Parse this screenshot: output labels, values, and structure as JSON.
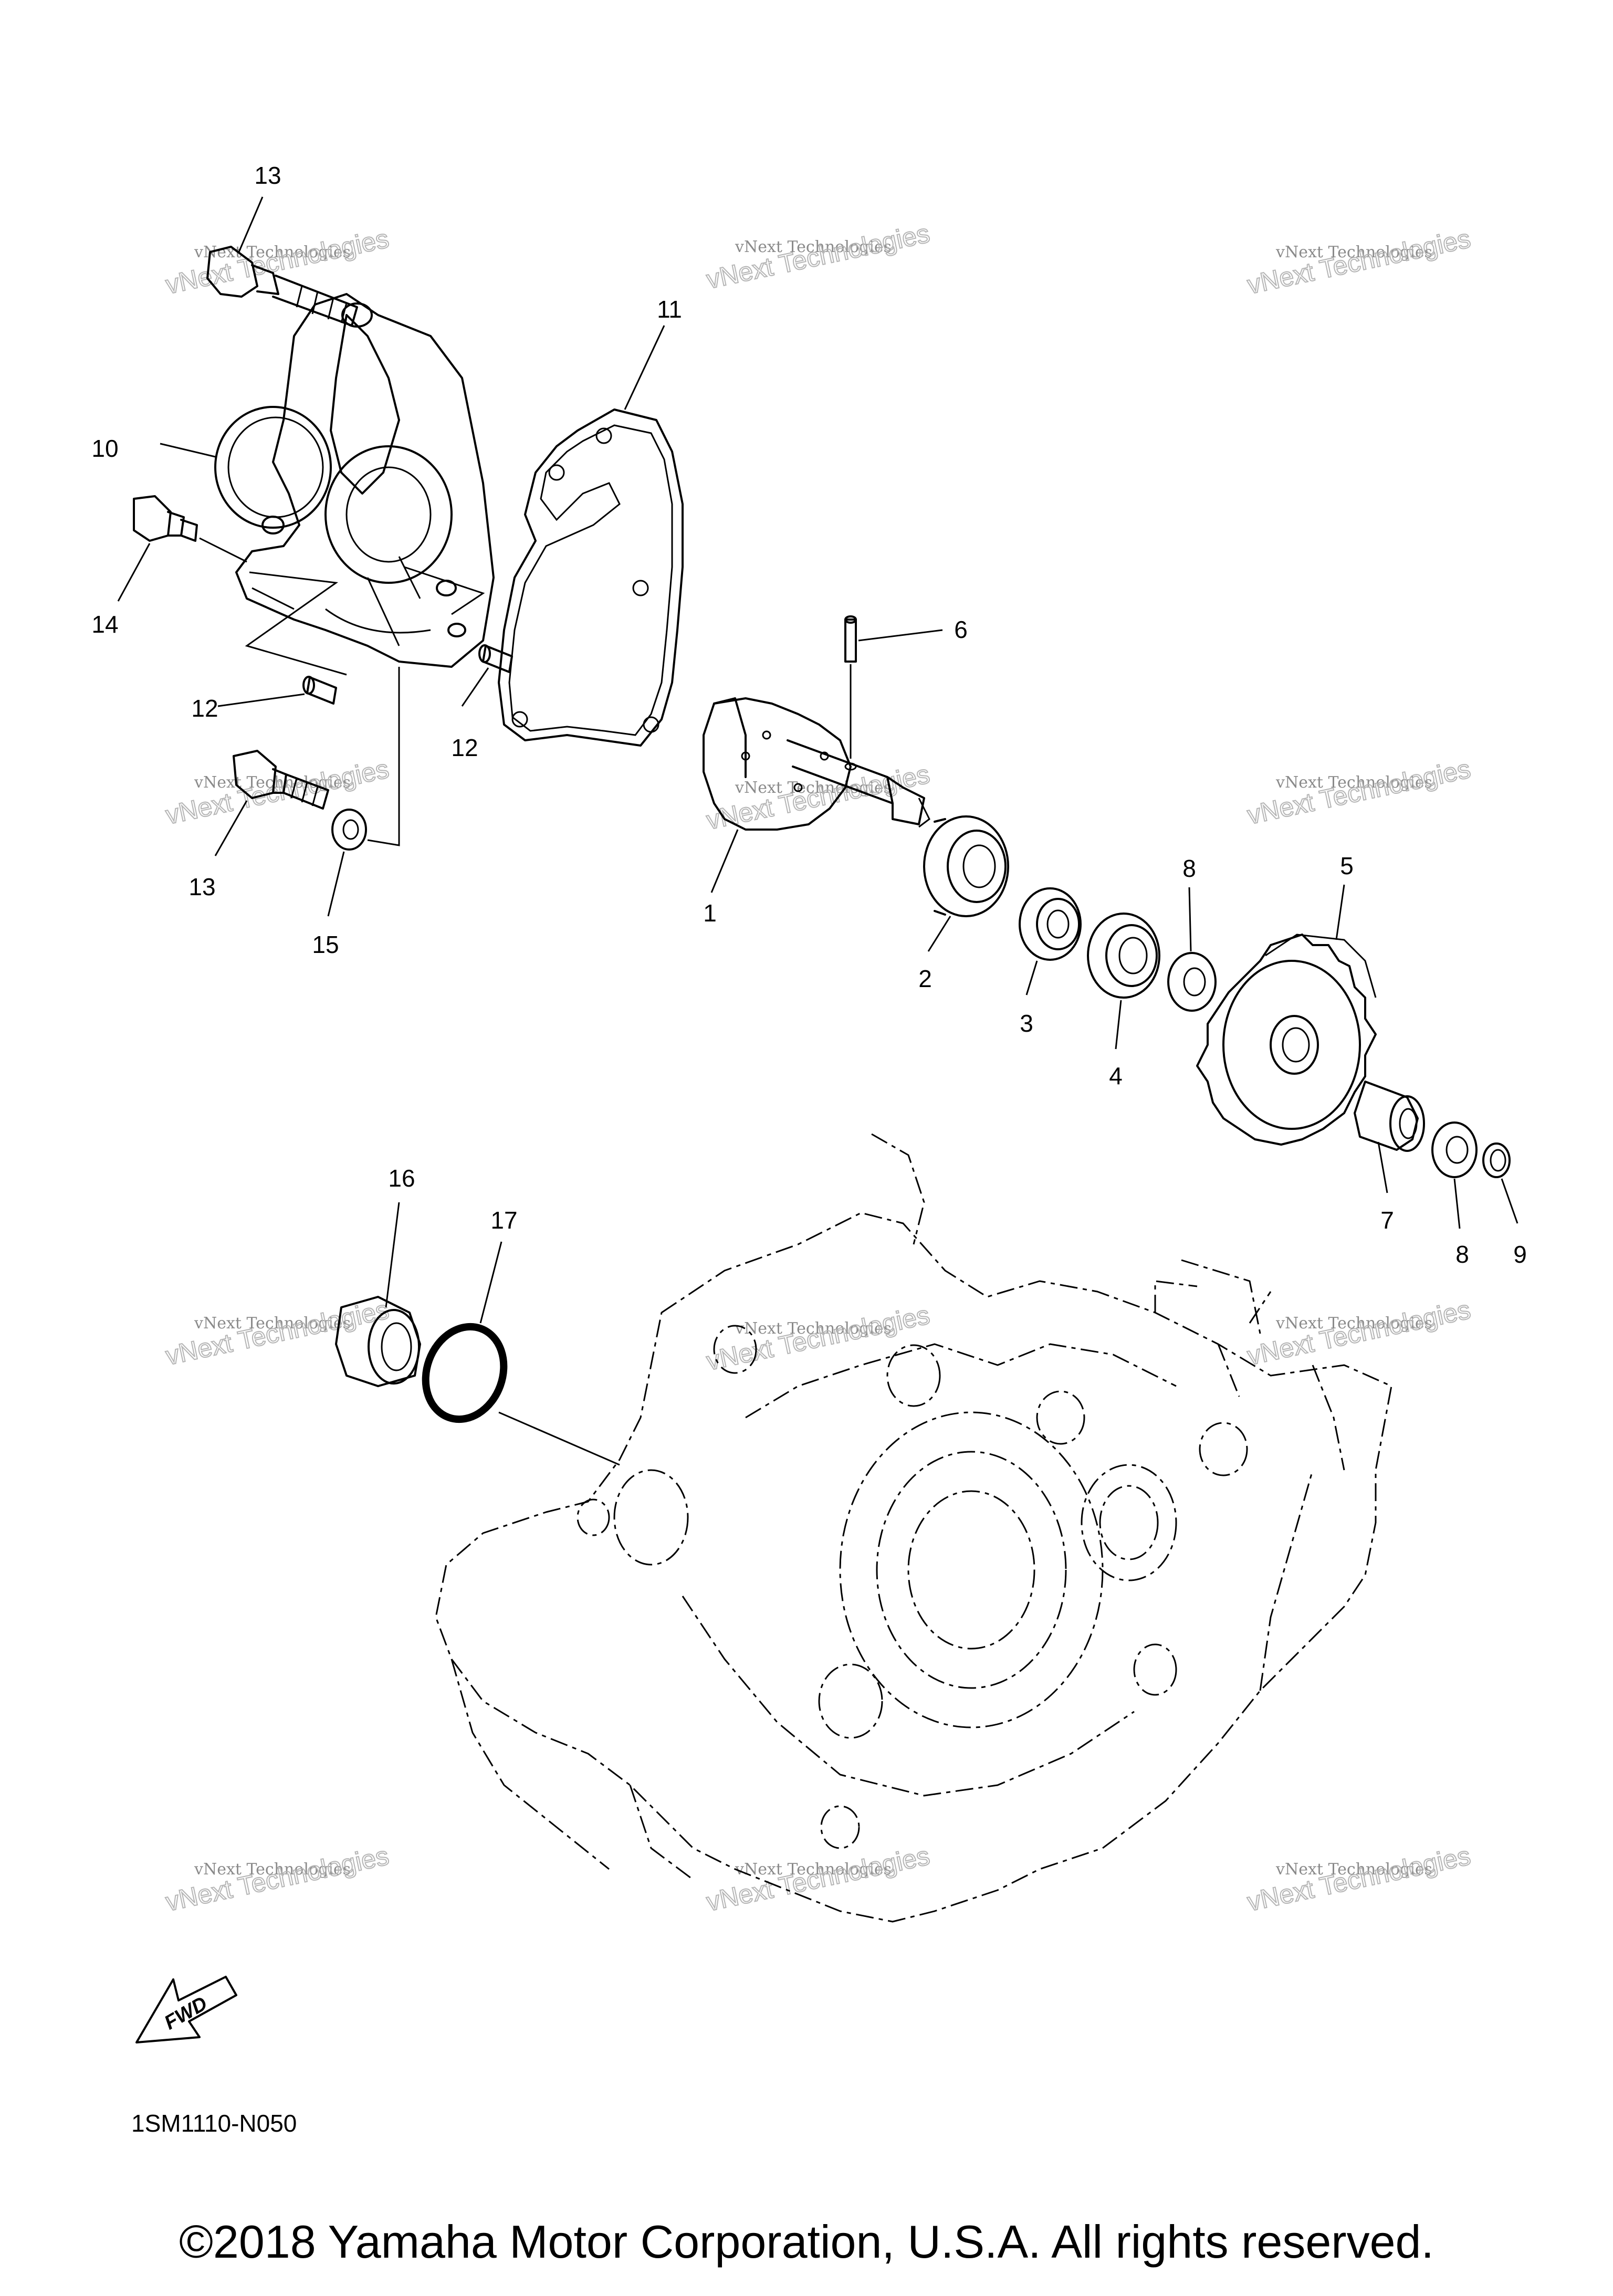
{
  "callouts": [
    {
      "id": "13a",
      "text": "13"
    },
    {
      "id": "11",
      "text": "11"
    },
    {
      "id": "10",
      "text": "10"
    },
    {
      "id": "14",
      "text": "14"
    },
    {
      "id": "12a",
      "text": "12"
    },
    {
      "id": "12b",
      "text": "12"
    },
    {
      "id": "13b",
      "text": "13"
    },
    {
      "id": "15",
      "text": "15"
    },
    {
      "id": "6",
      "text": "6"
    },
    {
      "id": "1",
      "text": "1"
    },
    {
      "id": "2",
      "text": "2"
    },
    {
      "id": "3",
      "text": "3"
    },
    {
      "id": "4",
      "text": "4"
    },
    {
      "id": "8a",
      "text": "8"
    },
    {
      "id": "5",
      "text": "5"
    },
    {
      "id": "7",
      "text": "7"
    },
    {
      "id": "8b",
      "text": "8"
    },
    {
      "id": "9",
      "text": "9"
    },
    {
      "id": "16",
      "text": "16"
    },
    {
      "id": "17",
      "text": "17"
    }
  ],
  "watermark": {
    "line1": "vNext Technologies",
    "line2": "vNext Technologies"
  },
  "fwd_label": "FWD",
  "diagram_code": "1SM1110-N050",
  "copyright": "©2018 Yamaha Motor Corporation, U.S.A. All rights reserved."
}
